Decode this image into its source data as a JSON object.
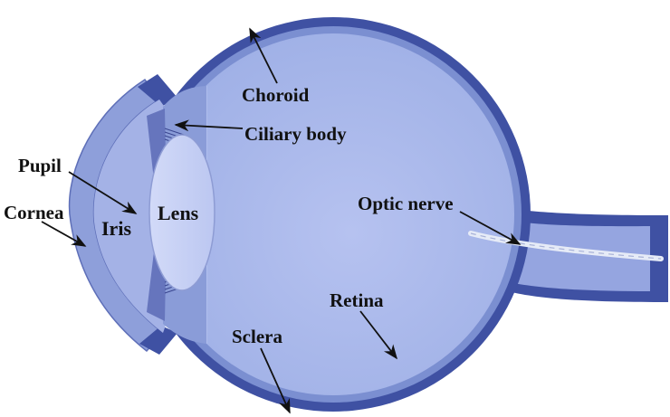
{
  "labels": {
    "choroid": "Choroid",
    "ciliary_body": "Ciliary body",
    "pupil": "Pupil",
    "cornea": "Cornea",
    "iris": "Iris",
    "lens": "Lens",
    "optic_nerve": "Optic nerve",
    "retina": "Retina",
    "sclera": "Sclera"
  },
  "colors": {
    "sclera": "#3f51a3",
    "choroid": "#7b8fd1",
    "vitreous": "#aebbec",
    "anterior_chamber": "#a4b2e6",
    "cornea": "#8e9fda",
    "lens": "#c9d2f6",
    "iris": "#6675bd",
    "nerve_fiber": "#e6ebf7",
    "text": "#111111",
    "background": "#ffffff"
  }
}
